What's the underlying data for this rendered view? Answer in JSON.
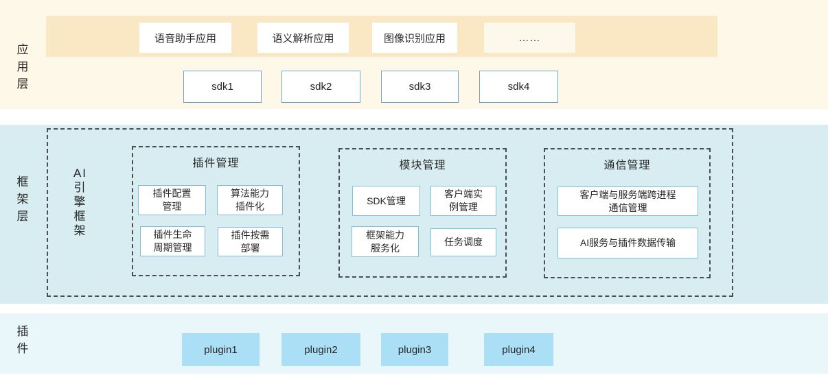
{
  "colors": {
    "app-band": "#fdf8e8",
    "app-strip": "#fae8c4",
    "framework-band": "#d8edf1",
    "plugin-band": "#e9f6fa",
    "plugin-box": "#aadff5",
    "box-border": "#82bdd8",
    "sdk-border": "#6fa3c4",
    "dash": "#474f52",
    "ink": "#262626"
  },
  "layers": {
    "app": {
      "label": "应用层",
      "apps": [
        "语音助手应用",
        "语义解析应用",
        "图像识别应用",
        "……"
      ],
      "sdks": [
        "sdk1",
        "sdk2",
        "sdk3",
        "sdk4"
      ]
    },
    "framework": {
      "label": "框架层",
      "engine": "AI引擎框架",
      "sections": [
        {
          "title": "插件管理",
          "items": [
            "插件配置\n管理",
            "算法能力\n插件化",
            "插件生命\n周期管理",
            "插件按需\n部署"
          ]
        },
        {
          "title": "模块管理",
          "items": [
            "SDK管理",
            "客户端实\n例管理",
            "框架能力\n服务化",
            "任务调度"
          ]
        },
        {
          "title": "通信管理",
          "items": [
            "客户端与服务端跨进程\n通信管理",
            "AI服务与插件数据传输"
          ]
        }
      ]
    },
    "plugin": {
      "label": "插件",
      "items": [
        "plugin1",
        "plugin2",
        "plugin3",
        "plugin4"
      ]
    }
  }
}
